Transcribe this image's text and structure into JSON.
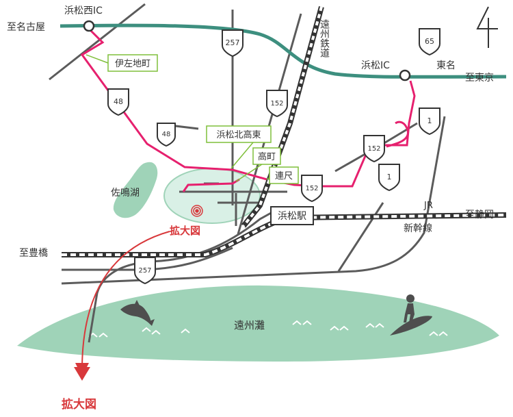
{
  "colors": {
    "expressway": "#3d8f7f",
    "route_pink": "#e6206e",
    "road_gray": "#5b5b5b",
    "green_callout": "#7fbf3a",
    "water": "#9fd3b8",
    "accent_red": "#d8383b"
  },
  "labels": {
    "hamamatsu_nishi_ic": "浜松西IC",
    "to_nagoya": "至名古屋",
    "hamamatsu_ic": "浜松IC",
    "tomei": "東名",
    "to_tokyo": "至東京",
    "enshu_railway": "遠州鉄道",
    "izaji_cho": "伊左地町",
    "hamamatsu_kita_koto": "浜松北高東",
    "takamachi": "高町",
    "renjaku": "連尺",
    "sanaruko": "佐鳴湖",
    "enlarged_map": "拡大図",
    "hamamatsu_station": "浜松駅",
    "jr": "JR",
    "shinkansen": "新幹線",
    "to_shizuoka": "至静岡",
    "to_toyohashi": "至豊橋",
    "enshu_nada": "遠州灘",
    "enlarged_map_link": "拡大図"
  },
  "route_shields": {
    "r257_top": "257",
    "r65": "65",
    "r48_left": "48",
    "r48_small": "48",
    "r152_a": "152",
    "r1_a": "1",
    "r152_b": "152",
    "r1_b": "1",
    "r152_c": "152",
    "r257_bottom": "257"
  },
  "north_icon": "north-arrow-icon"
}
